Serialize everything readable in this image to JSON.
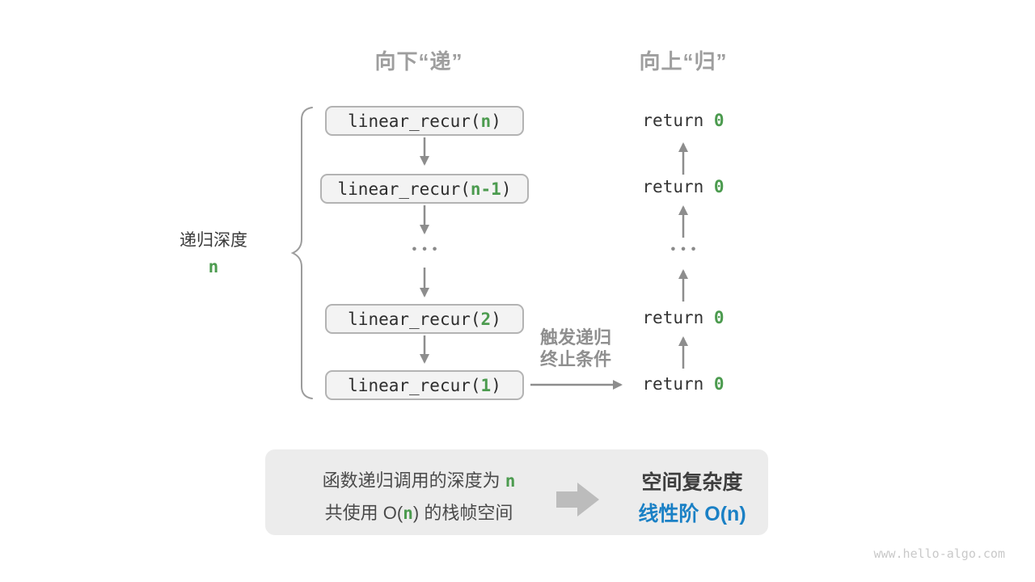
{
  "headers": {
    "down": "向下“递”",
    "up": "向上“归”"
  },
  "depth": {
    "label": "递归深度",
    "value": "n"
  },
  "stack": {
    "rows": [
      {
        "prefix": "linear_recur(",
        "arg": "n",
        "suffix": ")"
      },
      {
        "prefix": "linear_recur(",
        "arg": "n-1",
        "suffix": ")"
      },
      {
        "prefix": "linear_recur(",
        "arg": "2",
        "suffix": ")"
      },
      {
        "prefix": "linear_recur(",
        "arg": "1",
        "suffix": ")"
      }
    ],
    "ellipsis": "•••"
  },
  "returns": {
    "rows": [
      {
        "prefix": "return ",
        "value": "0"
      },
      {
        "prefix": "return ",
        "value": "0"
      },
      {
        "prefix": "return ",
        "value": "0"
      },
      {
        "prefix": "return ",
        "value": "0"
      }
    ],
    "ellipsis": "•••"
  },
  "trigger": {
    "line1": "触发递归",
    "line2": "终止条件"
  },
  "summary": {
    "line1_prefix": "函数递归调用的深度为 ",
    "line1_value": "n",
    "line2_prefix": "共使用 O(",
    "line2_value": "n",
    "line2_suffix": ") 的栈帧空间",
    "title": "空间复杂度",
    "result": "线性阶 O(n)"
  },
  "watermark": "www.hello-algo.com",
  "colors": {
    "accent_green": "#4c9b4f",
    "accent_blue": "#1a80c5",
    "arrow_gray": "#8d8d8d",
    "box_background": "#f3f3f3",
    "box_border": "#b3b3b3",
    "summary_background": "#ececec"
  }
}
